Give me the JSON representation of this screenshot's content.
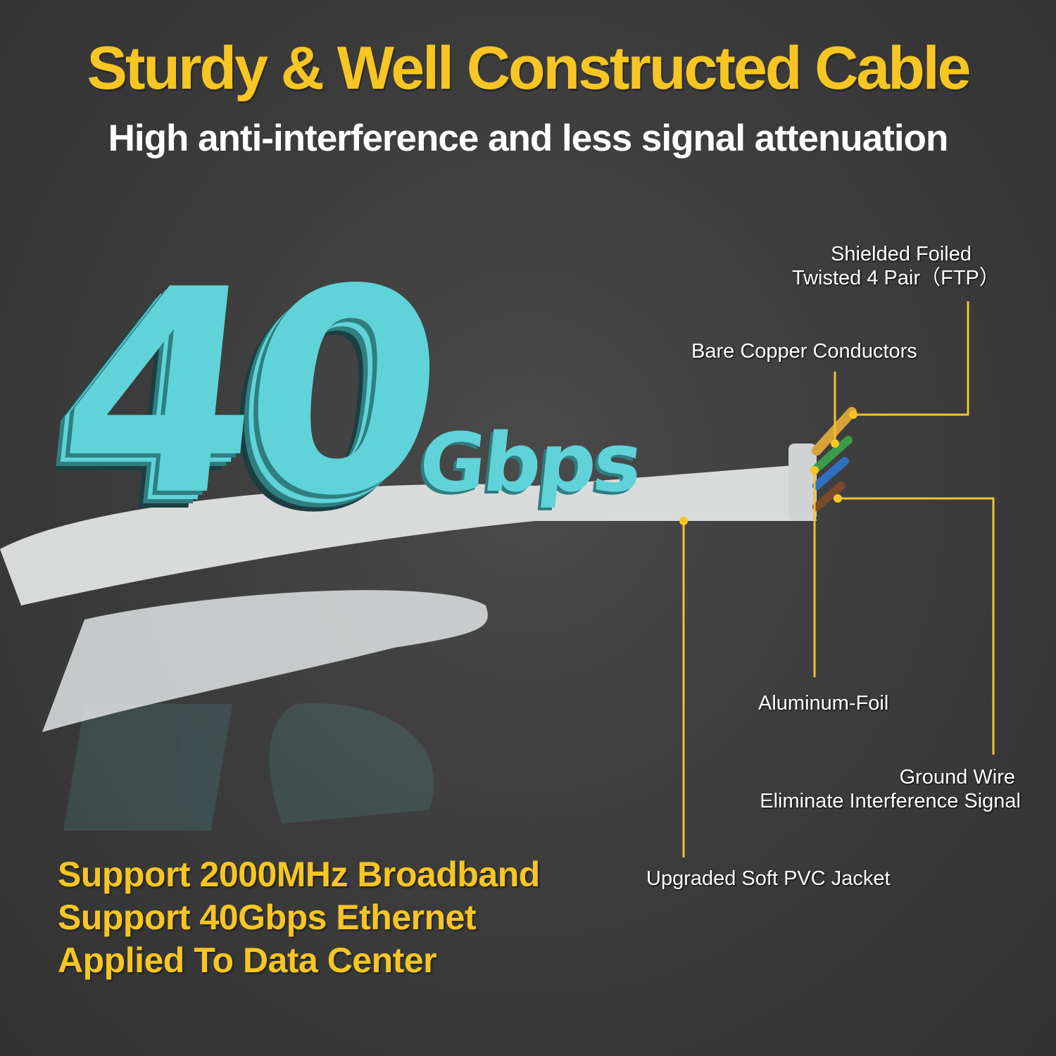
{
  "header": {
    "title": "Sturdy & Well Constructed Cable",
    "subtitle": "High anti-interference and less signal attenuation"
  },
  "graphic": {
    "speed_big": "40",
    "speed_unit": "Gbps"
  },
  "callouts": {
    "ftp_line1": "Shielded Foiled",
    "ftp_line2": "Twisted 4 Pair（FTP）",
    "copper": "Bare Copper Conductors",
    "foil": "Aluminum-Foil",
    "ground_line1": "Ground Wire",
    "ground_line2": "Eliminate Interference Signal",
    "jacket": "Upgraded Soft PVC Jacket"
  },
  "features": [
    "Support 2000MHz Broadband",
    "Support 40Gbps Ethernet",
    "Applied To Data Center"
  ],
  "colors": {
    "accent": "#f7c624",
    "teal": "#5fd3d8",
    "background": "#3b3b3b"
  }
}
